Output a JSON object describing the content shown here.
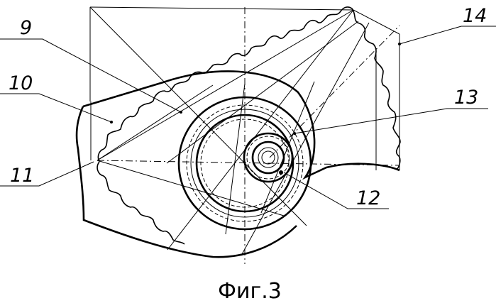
{
  "figure": {
    "caption": "Фиг.3",
    "labels": {
      "l9": "9",
      "l10": "10",
      "l11": "11",
      "l12": "12",
      "l13": "13",
      "l14": "14"
    },
    "line_color": "#000000",
    "background": "#ffffff"
  }
}
